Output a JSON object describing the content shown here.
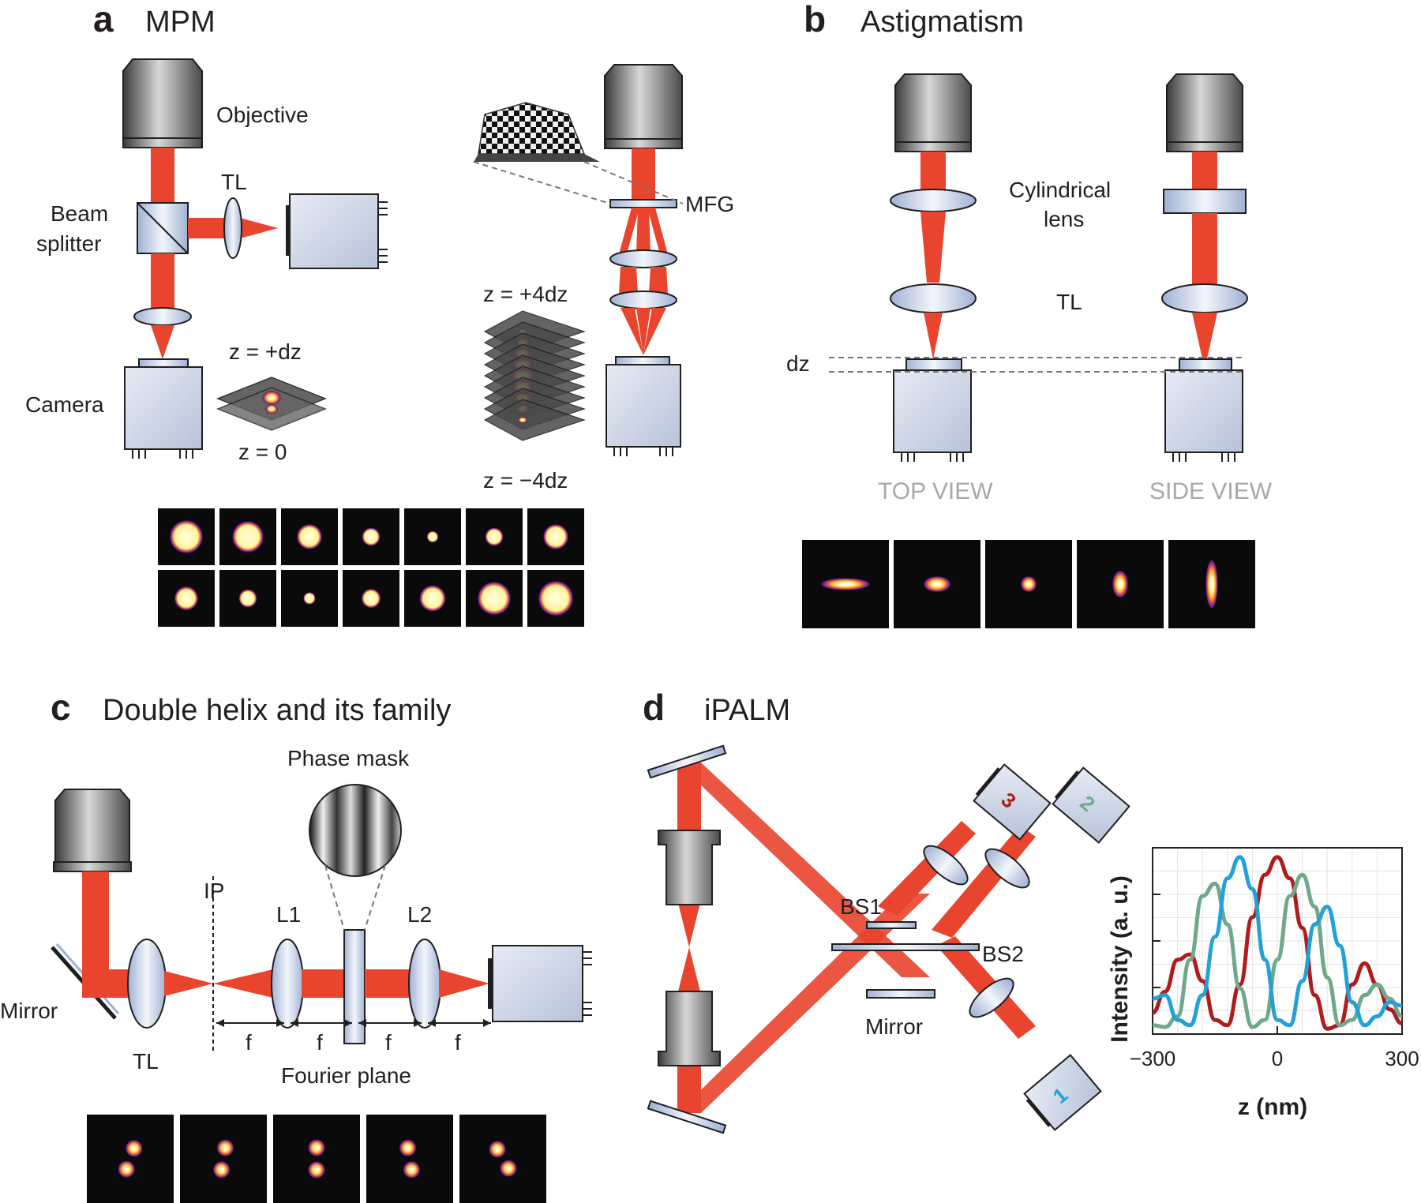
{
  "panels": {
    "a": {
      "letter": "a",
      "title": "MPM",
      "labels": {
        "objective": "Objective",
        "tl": "TL",
        "beam": "Beam",
        "splitter": "splitter",
        "camera": "Camera",
        "z_plus_dz": "z = +dz",
        "z_zero": "z = 0",
        "mfg": "MFG",
        "z_plus_4dz": "z = +4dz",
        "z_minus_4dz": "z = −4dz"
      },
      "psf_row1": [
        0.95,
        0.9,
        0.72,
        0.52,
        0.33,
        0.52,
        0.72
      ],
      "psf_row2": [
        0.68,
        0.52,
        0.35,
        0.55,
        0.75,
        0.95,
        1.0
      ]
    },
    "b": {
      "letter": "b",
      "title": "Astigmatism",
      "labels": {
        "cylindrical": "Cylindrical",
        "lens": "lens",
        "tl": "TL",
        "dz": "dz",
        "top_view": "TOP VIEW",
        "side_view": "SIDE VIEW"
      },
      "psf_elong": [
        [
          1.0,
          0.25
        ],
        [
          0.55,
          0.32
        ],
        [
          0.32,
          0.32
        ],
        [
          0.32,
          0.55
        ],
        [
          0.25,
          1.0
        ]
      ]
    },
    "c": {
      "letter": "c",
      "title": "Double helix and its family",
      "labels": {
        "phase_mask": "Phase mask",
        "ip": "IP",
        "l1": "L1",
        "l2": "L2",
        "mirror": "Mirror",
        "tl": "TL",
        "f": "f",
        "fourier": "Fourier plane"
      },
      "psf_angles": [
        -70,
        -80,
        -90,
        -100,
        -120
      ]
    },
    "d": {
      "letter": "d",
      "title": "iPALM",
      "labels": {
        "bs1": "BS1",
        "bs2": "BS2",
        "mirror": "Mirror",
        "cam1": "1",
        "cam2": "2",
        "cam3": "3"
      }
    }
  },
  "chart_data": {
    "type": "line",
    "xlabel": "z (nm)",
    "ylabel": "Intensity (a. u.)",
    "xlim": [
      -300,
      300
    ],
    "x_ticks": [
      "−300",
      "0",
      "300"
    ],
    "y_ticks_labeled": false,
    "grid": true,
    "series": [
      {
        "color": "#b01c1c",
        "x": [
          -300,
          -270,
          -240,
          -210,
          -180,
          -150,
          -120,
          -90,
          -60,
          -30,
          0,
          30,
          60,
          90,
          120,
          150,
          180,
          210,
          240,
          270,
          300
        ],
        "y": [
          0.12,
          0.24,
          0.42,
          0.45,
          0.3,
          0.08,
          0.05,
          0.28,
          0.66,
          0.9,
          1.0,
          0.88,
          0.6,
          0.22,
          0.03,
          0.05,
          0.28,
          0.4,
          0.28,
          0.14,
          0.06
        ]
      },
      {
        "color": "#6fa88a",
        "x": [
          -300,
          -270,
          -240,
          -210,
          -180,
          -150,
          -120,
          -90,
          -60,
          -30,
          0,
          30,
          60,
          90,
          120,
          150,
          180,
          210,
          240,
          270,
          300
        ],
        "y": [
          0.05,
          0.04,
          0.1,
          0.42,
          0.78,
          0.85,
          0.62,
          0.26,
          0.04,
          0.08,
          0.42,
          0.78,
          0.9,
          0.72,
          0.32,
          0.05,
          0.08,
          0.22,
          0.28,
          0.2,
          0.1
        ]
      },
      {
        "color": "#22a0d8",
        "x": [
          -300,
          -270,
          -240,
          -210,
          -180,
          -150,
          -120,
          -90,
          -60,
          -30,
          0,
          30,
          60,
          90,
          120,
          150,
          180,
          210,
          240,
          270,
          300
        ],
        "y": [
          0.2,
          0.22,
          0.08,
          0.05,
          0.22,
          0.55,
          0.88,
          1.0,
          0.82,
          0.42,
          0.08,
          0.05,
          0.3,
          0.62,
          0.72,
          0.5,
          0.18,
          0.05,
          0.1,
          0.18,
          0.16
        ]
      }
    ]
  }
}
